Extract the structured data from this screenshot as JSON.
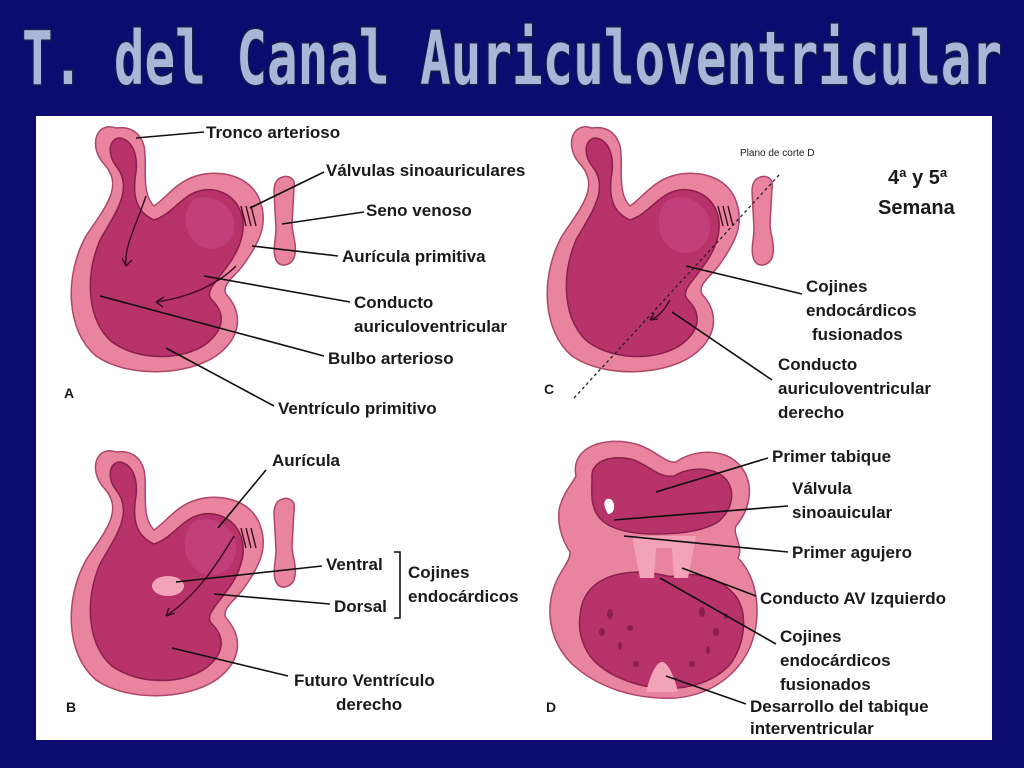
{
  "title": "T. del Canal Auriculoventricular",
  "panels": {
    "A": {
      "letter": "A",
      "labels": {
        "tronco": "Tronco arterioso",
        "valvulas": "Válvulas sinoauriculares",
        "seno": "Seno venoso",
        "auricula": "Aurícula primitiva",
        "conducto1": "Conducto",
        "conducto2": "auriculoventricular",
        "bulbo": "Bulbo arterioso",
        "ventriculo": "Ventrículo primitivo"
      }
    },
    "B": {
      "letter": "B",
      "labels": {
        "auricula": "Aurícula",
        "ventral": "Ventral",
        "dorsal": "Dorsal",
        "cojines1": "Cojines",
        "cojines2": "endocárdicos",
        "futuro1": "Futuro Ventrículo",
        "futuro2": "derecho"
      }
    },
    "C": {
      "letter": "C",
      "labels": {
        "plano": "Plano de corte D",
        "semana1": "4ª y 5ª",
        "semana2": "Semana",
        "cojines1": "Cojines",
        "cojines2": "endocárdicos",
        "cojines3": "fusionados",
        "conducto1": "Conducto",
        "conducto2": "auriculoventricular",
        "conducto3": "derecho"
      }
    },
    "D": {
      "letter": "D",
      "labels": {
        "primer_tabique": "Primer tabique",
        "valvula1": "Válvula",
        "valvula2": "sinoauicular",
        "agujero": "Primer agujero",
        "conducto_av": "Conducto AV Izquierdo",
        "cojines1": "Cojines",
        "cojines2": "endocárdicos",
        "cojines3": "fusionados",
        "desarrollo1": "Desarrollo del tabique",
        "desarrollo2": "interventricular"
      }
    }
  },
  "colors": {
    "background": "#0c0c70",
    "title_fill": "#aab6d8",
    "title_stroke": "#1a1a4a",
    "tissue_outer": "#e8849e",
    "tissue_inner": "#b8336a"
  }
}
